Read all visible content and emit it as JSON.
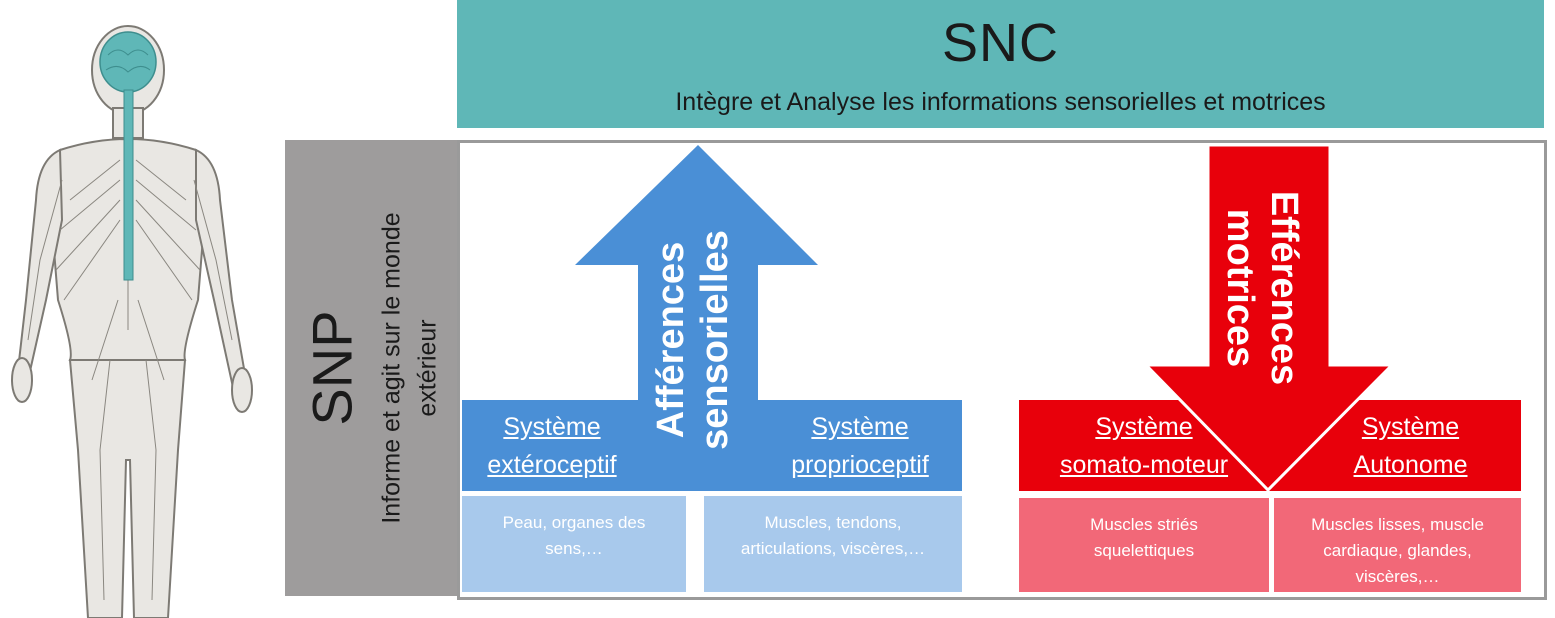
{
  "snc": {
    "title": "SNC",
    "subtitle": "Intègre et Analyse les informations sensorielles et motrices"
  },
  "snp": {
    "title": "SNP",
    "description_line1": "Informe et agit sur le monde",
    "description_line2": "extérieur"
  },
  "afferences": {
    "line1": "Afférences",
    "line2": "sensorielles",
    "color": "#4a8fd6"
  },
  "efferences": {
    "line1": "Efférences",
    "line2": "motrices",
    "color": "#e8000b"
  },
  "systems": [
    {
      "line1": "Système",
      "line2": "extéroceptif",
      "desc1": "Peau, organes des",
      "desc2": "sens,…",
      "desc3": ""
    },
    {
      "line1": "Système",
      "line2": "proprioceptif",
      "desc1": "Muscles, tendons,",
      "desc2": "articulations, viscères,…",
      "desc3": ""
    },
    {
      "line1": "Système",
      "line2": "somato-moteur",
      "desc1": "Muscles striés",
      "desc2": "squelettiques",
      "desc3": ""
    },
    {
      "line1": "Système",
      "line2": "Autonome",
      "desc1": "Muscles lisses, muscle",
      "desc2": "cardiaque, glandes,",
      "desc3": "viscères,…"
    }
  ],
  "colors": {
    "snc_teal": "#5fb7b7",
    "snp_grey": "#9e9c9c",
    "sensory_blue": "#4a8fd6",
    "sensory_light_blue": "#a8c9ec",
    "motor_red": "#e8000b",
    "motor_light_red": "#f26878"
  },
  "icons": {
    "human_figure": "human-nervous-system-illustration"
  }
}
